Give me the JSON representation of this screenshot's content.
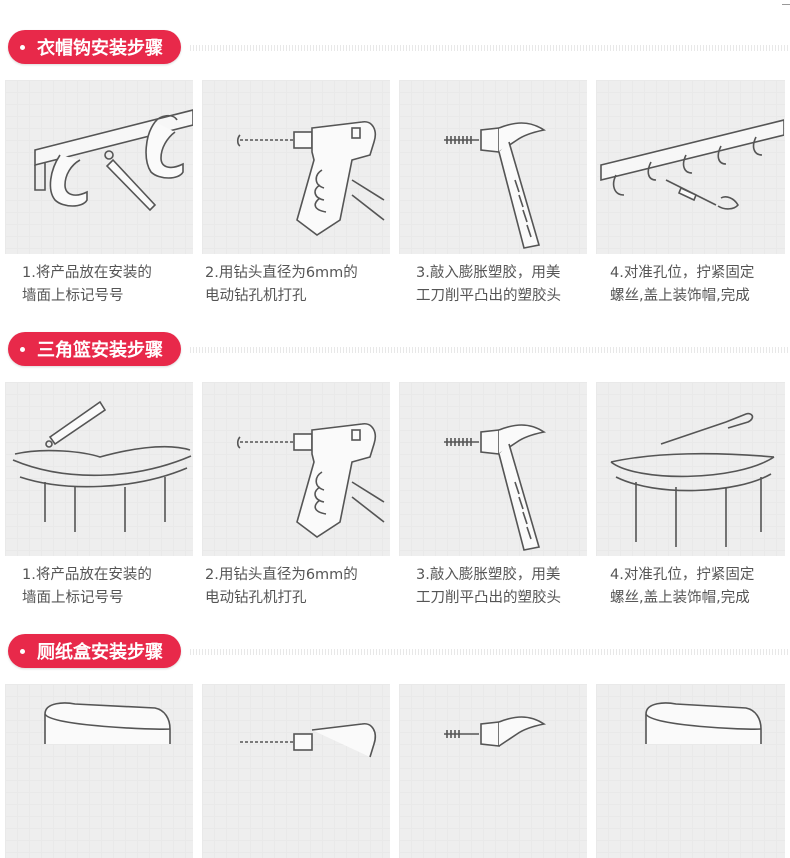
{
  "sections": [
    {
      "title": "衣帽钩安装步骤",
      "steps": [
        {
          "icon": "coat-hook-marking-icon",
          "line1": "1.将产品放在安装的",
          "line2": "墙面上标记号号"
        },
        {
          "icon": "electric-drill-icon",
          "line1": "2.用钻头直径为6mm的",
          "line2": "电动钻孔机打孔"
        },
        {
          "icon": "hammer-icon",
          "line1": "3.敲入膨胀塑胶，用美",
          "line2": "工刀削平凸出的塑胶头"
        },
        {
          "icon": "coat-hook-screw-icon",
          "line1": "4.对准孔位，拧紧固定",
          "line2": "螺丝,盖上装饰帽,完成"
        }
      ]
    },
    {
      "title": "三角篮安装步骤",
      "steps": [
        {
          "icon": "corner-basket-marking-icon",
          "line1": "1.将产品放在安装的",
          "line2": "墙面上标记号号"
        },
        {
          "icon": "electric-drill-icon",
          "line1": "2.用钻头直径为6mm的",
          "line2": "电动钻孔机打孔"
        },
        {
          "icon": "hammer-icon",
          "line1": "3.敲入膨胀塑胶，用美",
          "line2": "工刀削平凸出的塑胶头"
        },
        {
          "icon": "corner-basket-screw-icon",
          "line1": "4.对准孔位，拧紧固定",
          "line2": "螺丝,盖上装饰帽,完成"
        }
      ]
    },
    {
      "title": "厕纸盒安装步骤",
      "steps": [
        {
          "icon": "paper-holder-icon"
        },
        {
          "icon": "electric-drill-icon"
        },
        {
          "icon": "hammer-icon"
        },
        {
          "icon": "paper-holder-screw-icon"
        }
      ]
    }
  ],
  "colors": {
    "accent": "#e8294a",
    "panel_bg": "#eeeeee",
    "text": "#555555"
  }
}
